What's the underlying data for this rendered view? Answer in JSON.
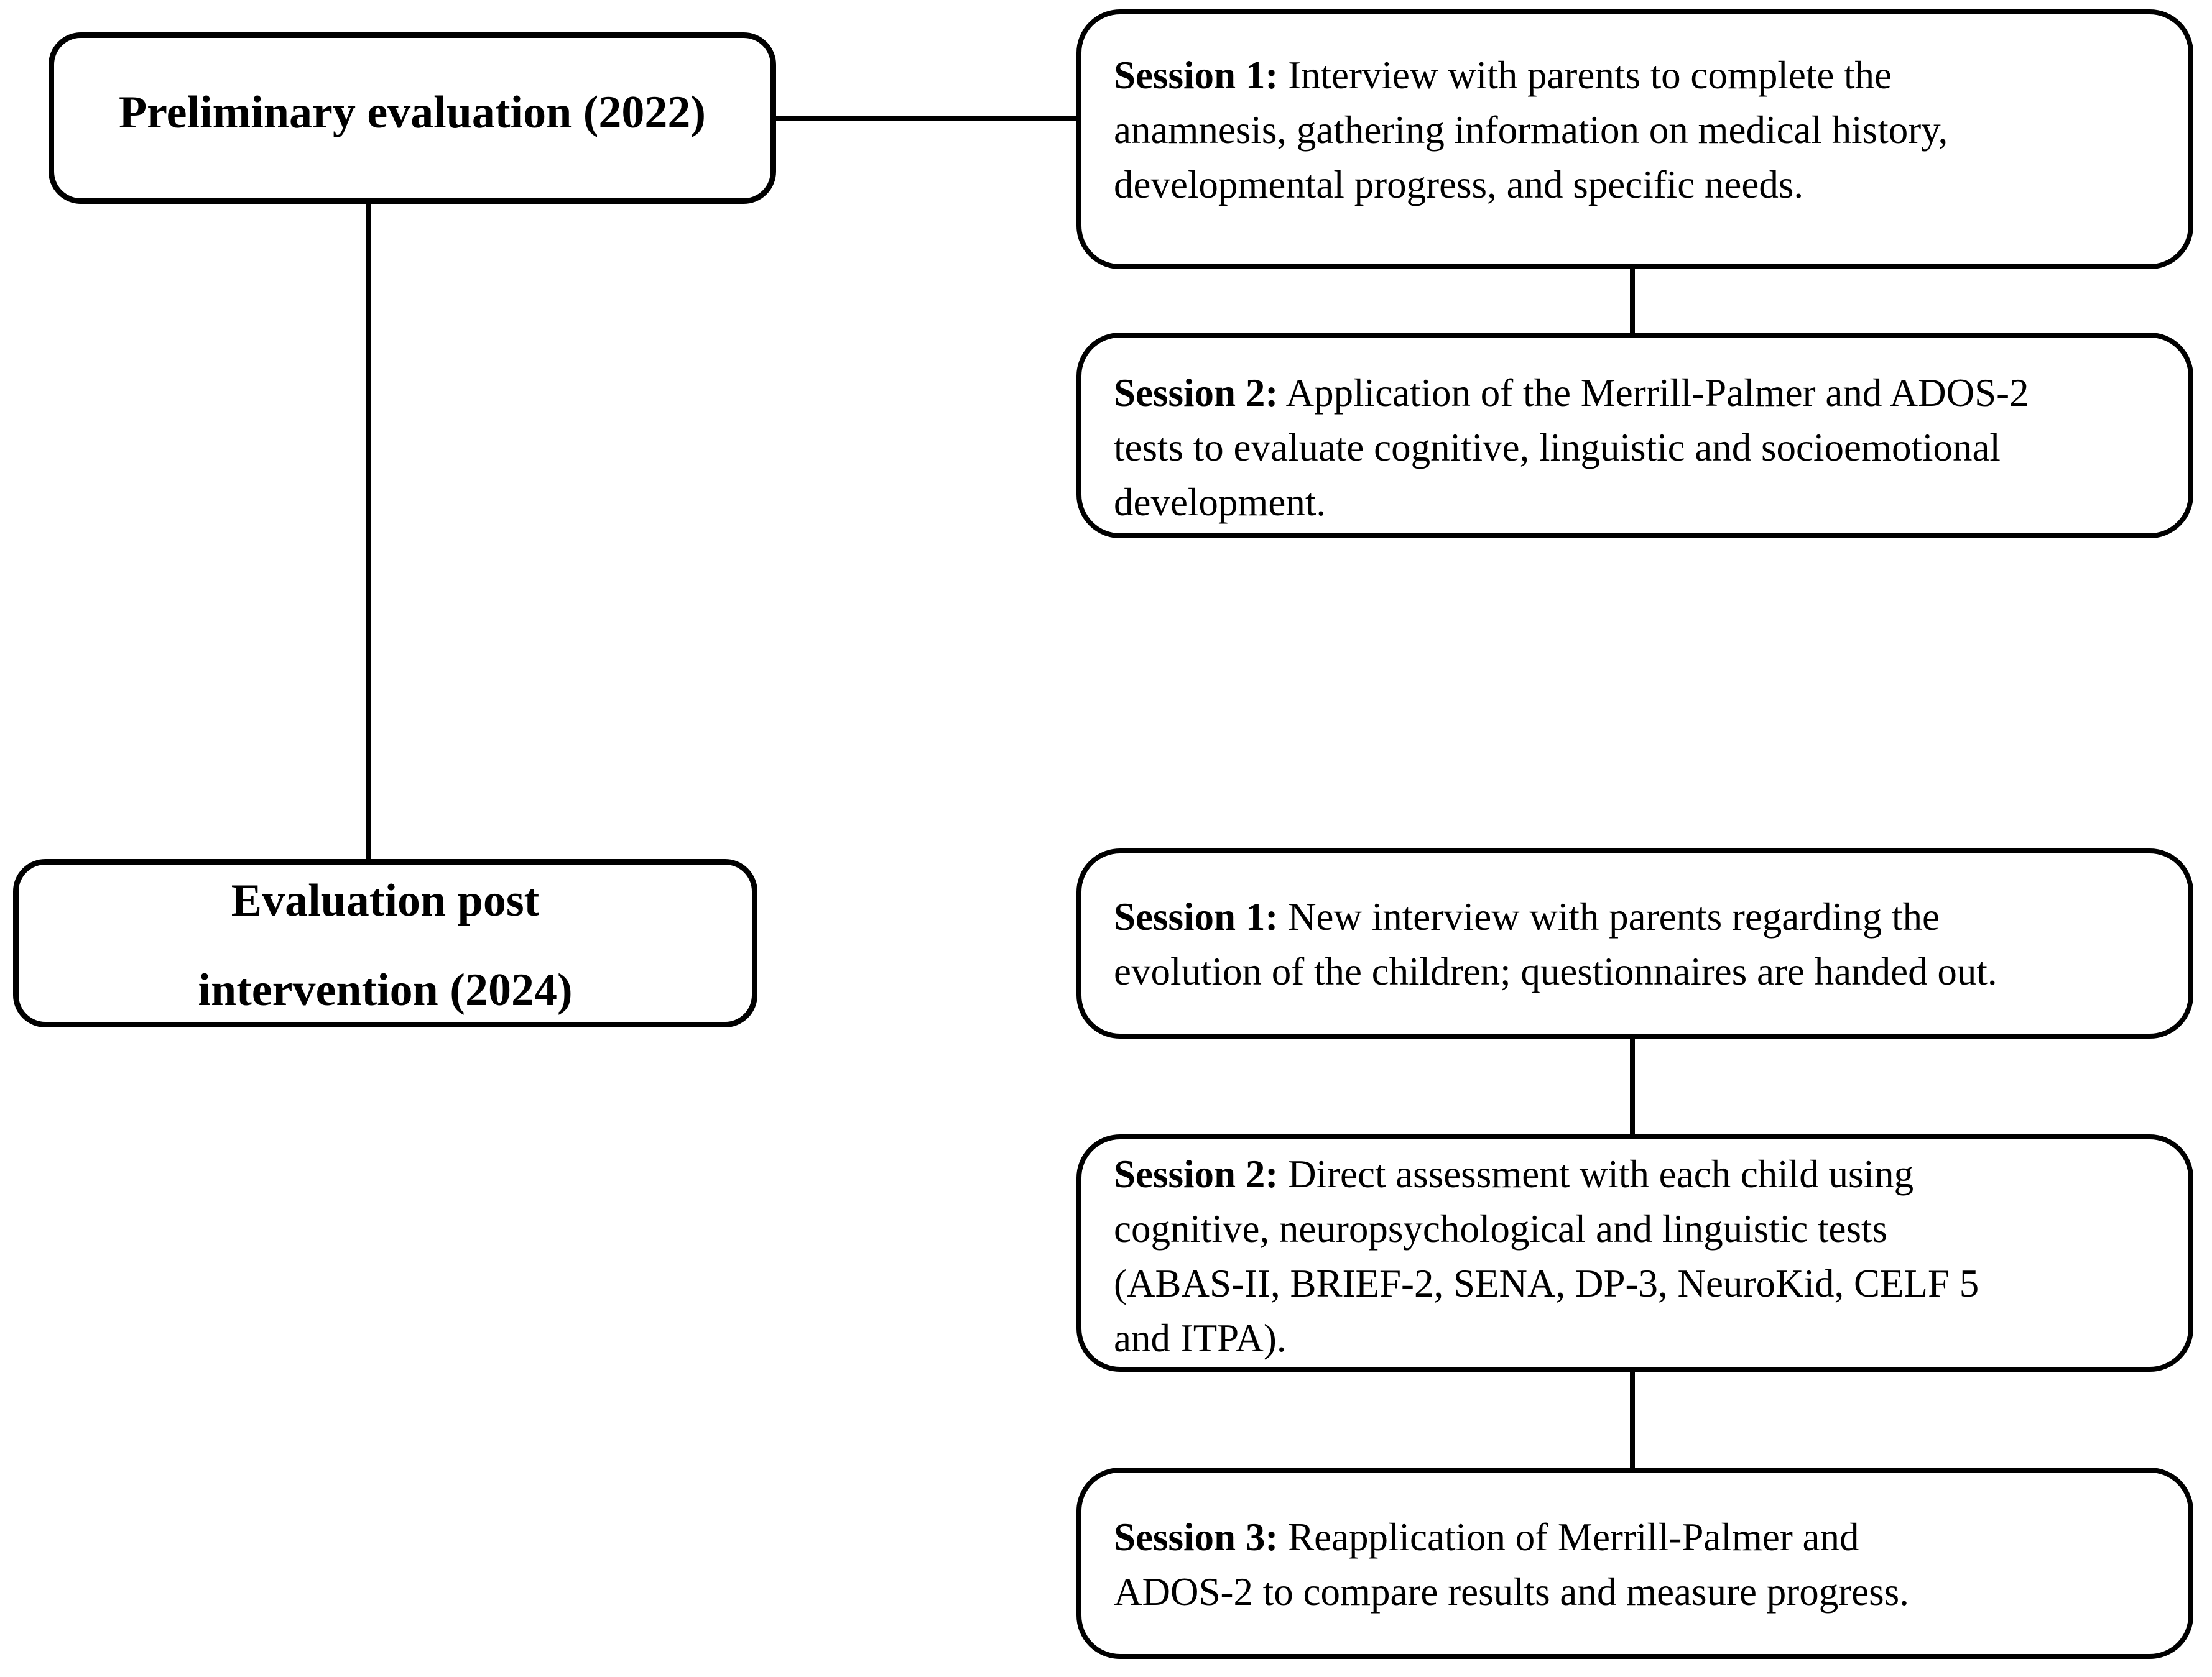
{
  "colors": {
    "background": "#ffffff",
    "border": "#000000",
    "text": "#000000",
    "line": "#000000"
  },
  "nodes": {
    "preliminary": {
      "title": "Preliminary evaluation (2022)"
    },
    "post_intervention": {
      "line1": "Evaluation post",
      "line2": "intervention (2024)"
    },
    "pre_session1": {
      "prefix": "Session 1:",
      "body_lines": [
        "Interview with parents to complete the",
        "anamnesis, gathering information on medical history,",
        "developmental progress, and specific needs."
      ]
    },
    "pre_session2": {
      "prefix": "Session 2:",
      "body_lines": [
        "Application of the Merrill-Palmer and ADOS-2",
        "tests to evaluate cognitive, linguistic and socioemotional",
        "development."
      ]
    },
    "post_session1": {
      "prefix": "Session 1:",
      "body_lines": [
        "New interview with parents regarding the",
        "evolution of the children; questionnaires are handed out."
      ]
    },
    "post_session2": {
      "prefix": "Session 2:",
      "body_lines": [
        "Direct assessment with each child using",
        "cognitive, neuropsychological and linguistic tests",
        "(ABAS-II, BRIEF-2, SENA, DP-3, NeuroKid, CELF 5",
        "and ITPA)."
      ]
    },
    "post_session3": {
      "prefix": "Session 3:",
      "body_lines": [
        "Reapplication of Merrill-Palmer and",
        "ADOS-2 to compare results and measure progress."
      ]
    }
  },
  "edges": [
    {
      "from": "preliminary",
      "to": "pre_session1",
      "shape": "horizontal-line"
    },
    {
      "from": "preliminary",
      "to": "post_intervention",
      "shape": "vertical-line"
    },
    {
      "from": "pre_session1",
      "to": "pre_session2",
      "shape": "vertical-line"
    },
    {
      "from": "post_session1",
      "to": "post_session2",
      "shape": "vertical-line"
    },
    {
      "from": "post_session2",
      "to": "post_session3",
      "shape": "vertical-line"
    }
  ]
}
